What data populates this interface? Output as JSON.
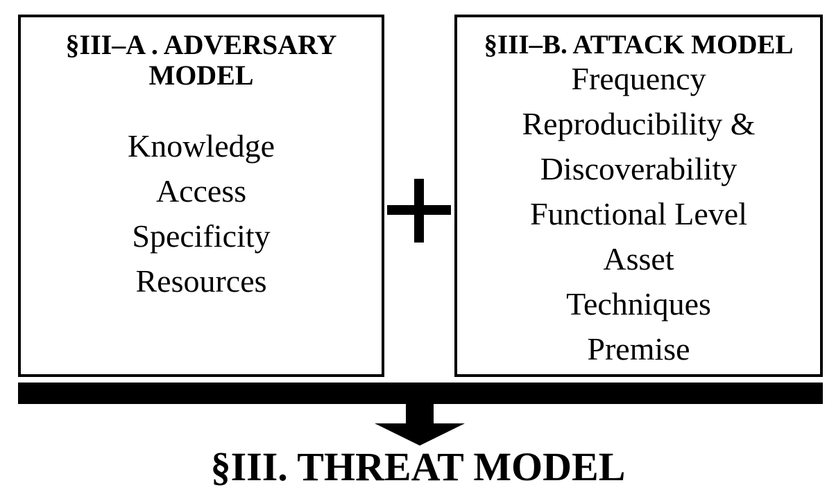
{
  "adversary_model": {
    "title_line1": "§III–A . ADVERSARY",
    "title_line2": "MODEL",
    "items": [
      "Knowledge",
      "Access",
      "Specificity",
      "Resources"
    ]
  },
  "attack_model": {
    "title": "§III–B. ATTACK MODEL",
    "items": [
      "Frequency",
      "Reproducibility &",
      "Discoverability",
      "Functional Level",
      "Asset",
      "Techniques",
      "Premise"
    ]
  },
  "threat_model": {
    "title": "§III. THREAT MODEL"
  }
}
